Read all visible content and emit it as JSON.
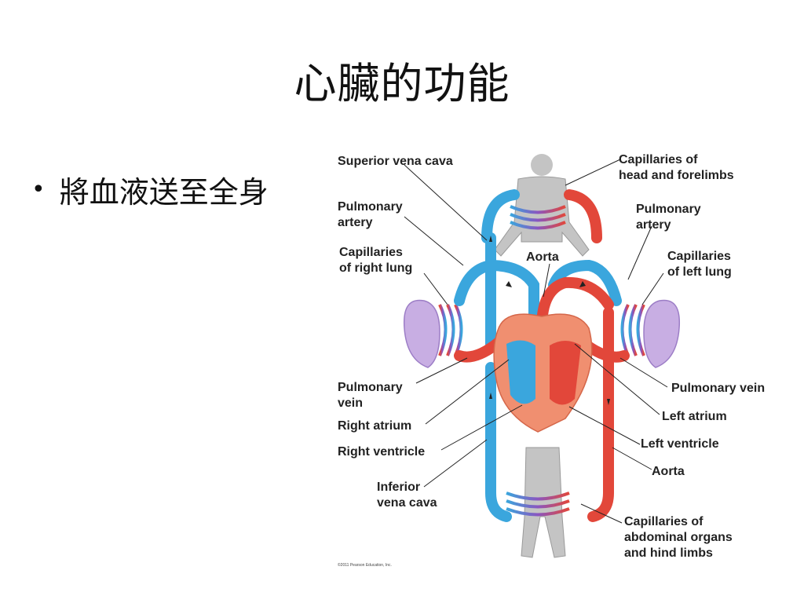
{
  "slide": {
    "title": "心臟的功能",
    "bullet": "將血液送至全身"
  },
  "diagram": {
    "labels": {
      "superior_vena_cava": "Superior vena cava",
      "capillaries_head_1": "Capillaries of",
      "capillaries_head_2": "head and forelimbs",
      "pulmonary_artery_l_1": "Pulmonary",
      "pulmonary_artery_l_2": "artery",
      "pulmonary_artery_r_1": "Pulmonary",
      "pulmonary_artery_r_2": "artery",
      "cap_right_lung_1": "Capillaries",
      "cap_right_lung_2": "of right lung",
      "aorta_top": "Aorta",
      "cap_left_lung_1": "Capillaries",
      "cap_left_lung_2": "of left lung",
      "pulmonary_vein_l_1": "Pulmonary",
      "pulmonary_vein_l_2": "vein",
      "pulmonary_vein_r": "Pulmonary vein",
      "right_atrium": "Right atrium",
      "left_atrium": "Left atrium",
      "right_ventricle": "Right ventricle",
      "left_ventricle": "Left ventricle",
      "aorta_bottom": "Aorta",
      "inferior_vena_cava_1": "Inferior",
      "inferior_vena_cava_2": "vena cava",
      "cap_abdominal_1": "Capillaries of",
      "cap_abdominal_2": "abdominal organs",
      "cap_abdominal_3": "and hind limbs"
    },
    "credit": "©2011 Pearson Education, Inc.",
    "colors": {
      "oxygen_poor": "#3aa6dd",
      "oxygen_rich": "#e2473a",
      "capillary_mix": "#8a55c0",
      "heart": "#f08f70",
      "lung": "#c8aee3",
      "body": "#bdbdbd"
    }
  }
}
